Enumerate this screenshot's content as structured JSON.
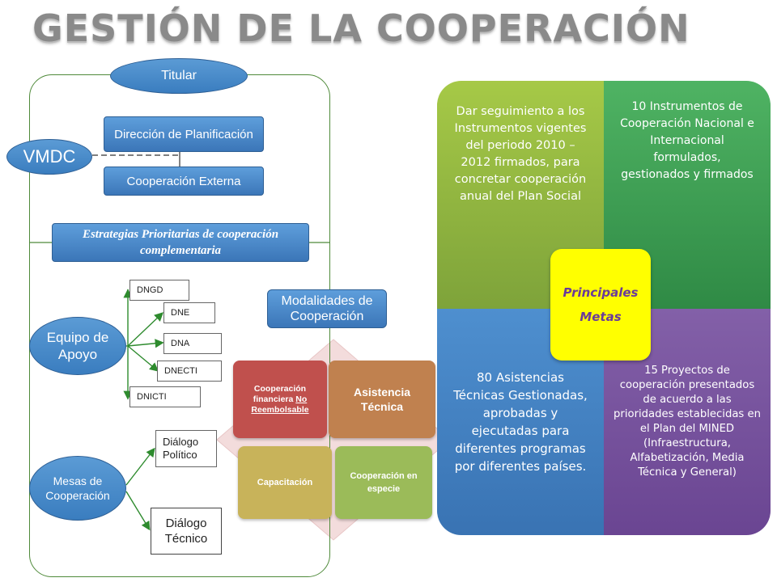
{
  "title": "GESTIÓN DE LA COOPERACIÓN",
  "org": {
    "titular": "Titular",
    "direccion_planificacion": "Dirección de Planificación",
    "cooperacion_externa": "Cooperación Externa",
    "vmdc": "VMDC",
    "estrategias": "Estrategias Prioritarias de cooperación complementaria",
    "equipo_apoyo": "Equipo de Apoyo",
    "units": [
      "DNGD",
      "DNE",
      "DNA",
      "DNECTI",
      "DNICTI"
    ],
    "mesas": "Mesas de Cooperación",
    "dialogo_politico": "Diálogo Político",
    "dialogo_tecnico": "Diálogo Técnico",
    "modalidades": "Modalidades de Cooperación"
  },
  "modalities": {
    "financiera_prefix": "Cooperación financiera ",
    "financiera_underlined": "No Reembolsable",
    "asistencia_tecnica": "Asistencia Técnica",
    "capacitacion": "Capacitación",
    "especie": "Cooperación en especie"
  },
  "goals": {
    "center_line1": "Principales",
    "center_line2": "Metas",
    "top_left": "Dar seguimiento a los Instrumentos vigentes del periodo 2010 – 2012 firmados, para concretar cooperación anual del Plan Social",
    "top_right": "10 Instrumentos de Cooperación Nacional e Internacional formulados, gestionados y firmados",
    "bottom_left": "80 Asistencias Técnicas Gestionadas, aprobadas y ejecutadas para diferentes programas por diferentes países.",
    "bottom_right": "15 Proyectos de cooperación presentados de acuerdo a las prioridades establecidas en el Plan del MINED (Infraestructura, Alfabetización, Media Técnica y General)"
  },
  "colors": {
    "blue": "#4a86c5",
    "green_goal": "#8db440",
    "teal_goal": "#3da053",
    "blue_goal": "#4682c2",
    "purple_goal": "#7651a0",
    "yellow_center": "#ffff00"
  }
}
